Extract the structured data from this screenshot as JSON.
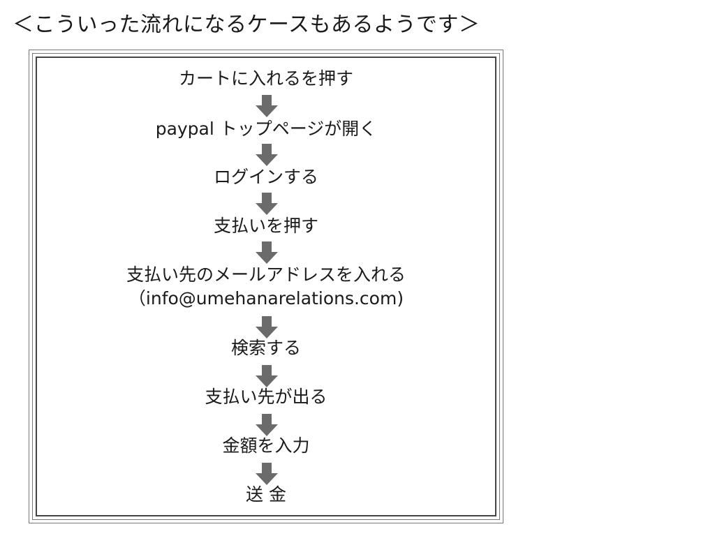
{
  "title": "＜こういった流れになるケースもあるようです＞",
  "colors": {
    "arrow": "#6b6b6b",
    "frame": "#444444",
    "text": "#1a1a1a"
  },
  "steps": [
    {
      "label": "カートに入れるを押す"
    },
    {
      "label": "paypal トップページが開く"
    },
    {
      "label": "ログインする"
    },
    {
      "label": "支払いを押す"
    },
    {
      "label": "支払い先のメールアドレスを入れる",
      "sub": "（info@umehanarelations.com)"
    },
    {
      "label": "検索する"
    },
    {
      "label": "支払い先が出る"
    },
    {
      "label": "金額を入力"
    },
    {
      "label": "送 金"
    }
  ]
}
